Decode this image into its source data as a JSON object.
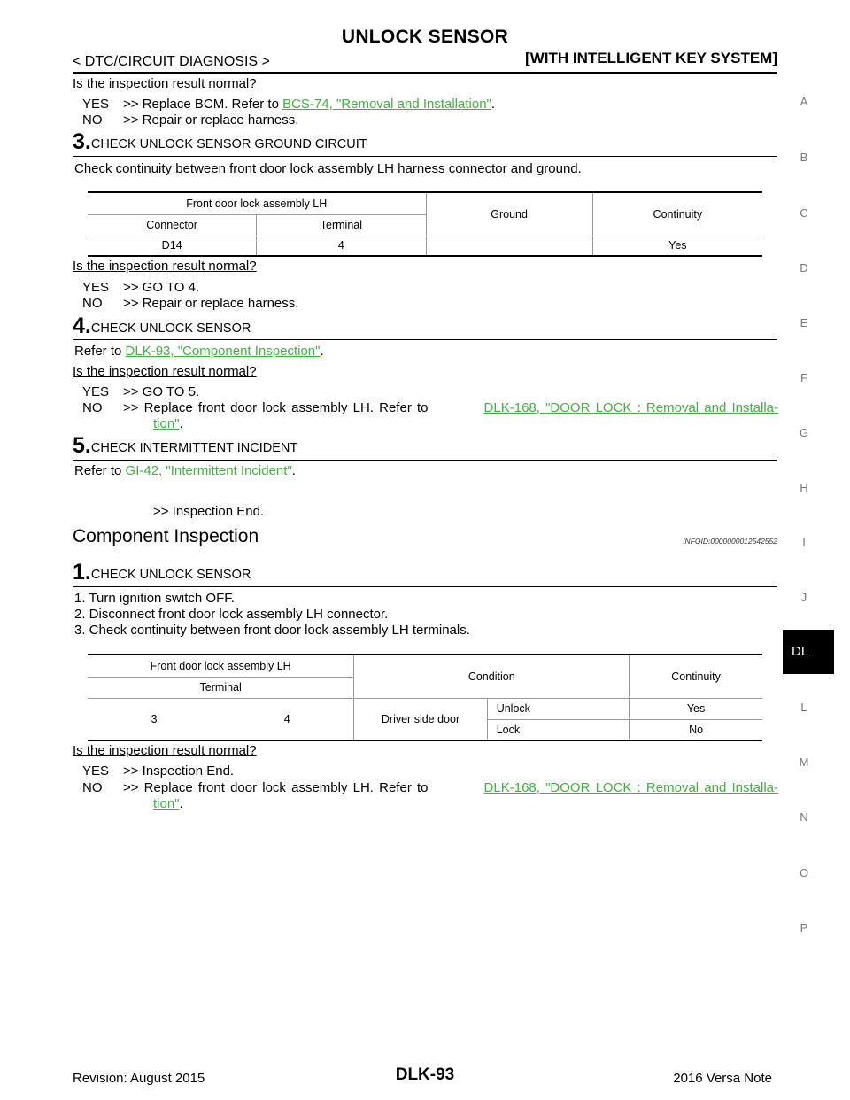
{
  "header": {
    "title": "UNLOCK SENSOR",
    "breadcrumb": "< DTC/CIRCUIT DIAGNOSIS >",
    "system": "[WITH INTELLIGENT KEY SYSTEM]"
  },
  "side_letters": [
    "A",
    "B",
    "C",
    "D",
    "E",
    "F",
    "G",
    "H",
    "I",
    "J",
    "DL",
    "L",
    "M",
    "N",
    "O",
    "P"
  ],
  "q1": {
    "question": "Is the inspection result normal?",
    "yes_label": "YES",
    "yes_text": ">> Replace BCM. Refer to ",
    "yes_link": "BCS-74, \"Removal and Installation\"",
    "yes_end": ".",
    "no_label": "NO",
    "no_text": ">> Repair or replace harness."
  },
  "step3": {
    "num": "3.",
    "title": "CHECK UNLOCK SENSOR GROUND CIRCUIT",
    "desc": "Check continuity between front door lock assembly LH harness connector and ground.",
    "table": {
      "group": "Front door lock assembly LH",
      "col_connector": "Connector",
      "col_terminal": "Terminal",
      "col_ground": "Ground",
      "col_continuity": "Continuity",
      "connector": "D14",
      "terminal": "4",
      "continuity": "Yes"
    },
    "question": "Is the inspection result normal?",
    "yes_label": "YES",
    "yes_text": ">> GO TO 4.",
    "no_label": "NO",
    "no_text": ">> Repair or replace harness."
  },
  "step4": {
    "num": "4.",
    "title": "CHECK UNLOCK SENSOR",
    "refer": "Refer to ",
    "link": "DLK-93, \"Component Inspection\"",
    "end": ".",
    "question": "Is the inspection result normal?",
    "yes_label": "YES",
    "yes_text": ">> GO TO 5.",
    "no_label": "NO",
    "no_text": ">> Replace front door lock assembly LH. Refer to ",
    "no_link_1": "DLK-168, \"DOOR LOCK : Removal and Installa-",
    "no_link_2": "tion\"",
    "no_end": "."
  },
  "step5": {
    "num": "5.",
    "title": "CHECK INTERMITTENT INCIDENT",
    "refer": "Refer to ",
    "link": "GI-42, \"Intermittent Incident\"",
    "end": ".",
    "result": ">> Inspection End."
  },
  "component": {
    "title": "Component Inspection",
    "infoid": "INFOID:0000000012542552",
    "step_num": "1.",
    "step_title": "CHECK UNLOCK SENSOR",
    "instructions": [
      "1. Turn ignition switch OFF.",
      "2. Disconnect front door lock assembly LH connector.",
      "3. Check continuity between front door lock assembly LH terminals."
    ],
    "table": {
      "group": "Front door lock assembly LH",
      "col_terminal": "Terminal",
      "col_condition": "Condition",
      "col_continuity": "Continuity",
      "term_a": "3",
      "term_b": "4",
      "condition": "Driver side door",
      "rows": [
        {
          "state": "Unlock",
          "continuity": "Yes"
        },
        {
          "state": "Lock",
          "continuity": "No"
        }
      ]
    },
    "question": "Is the inspection result normal?",
    "yes_label": "YES",
    "yes_text": ">> Inspection End.",
    "no_label": "NO",
    "no_text": ">> Replace front door lock assembly LH. Refer to ",
    "no_link_1": "DLK-168, \"DOOR LOCK : Removal and Installa-",
    "no_link_2": "tion\"",
    "no_end": "."
  },
  "footer": {
    "revision": "Revision: August 2015",
    "page": "DLK-93",
    "model": "2016 Versa Note"
  }
}
